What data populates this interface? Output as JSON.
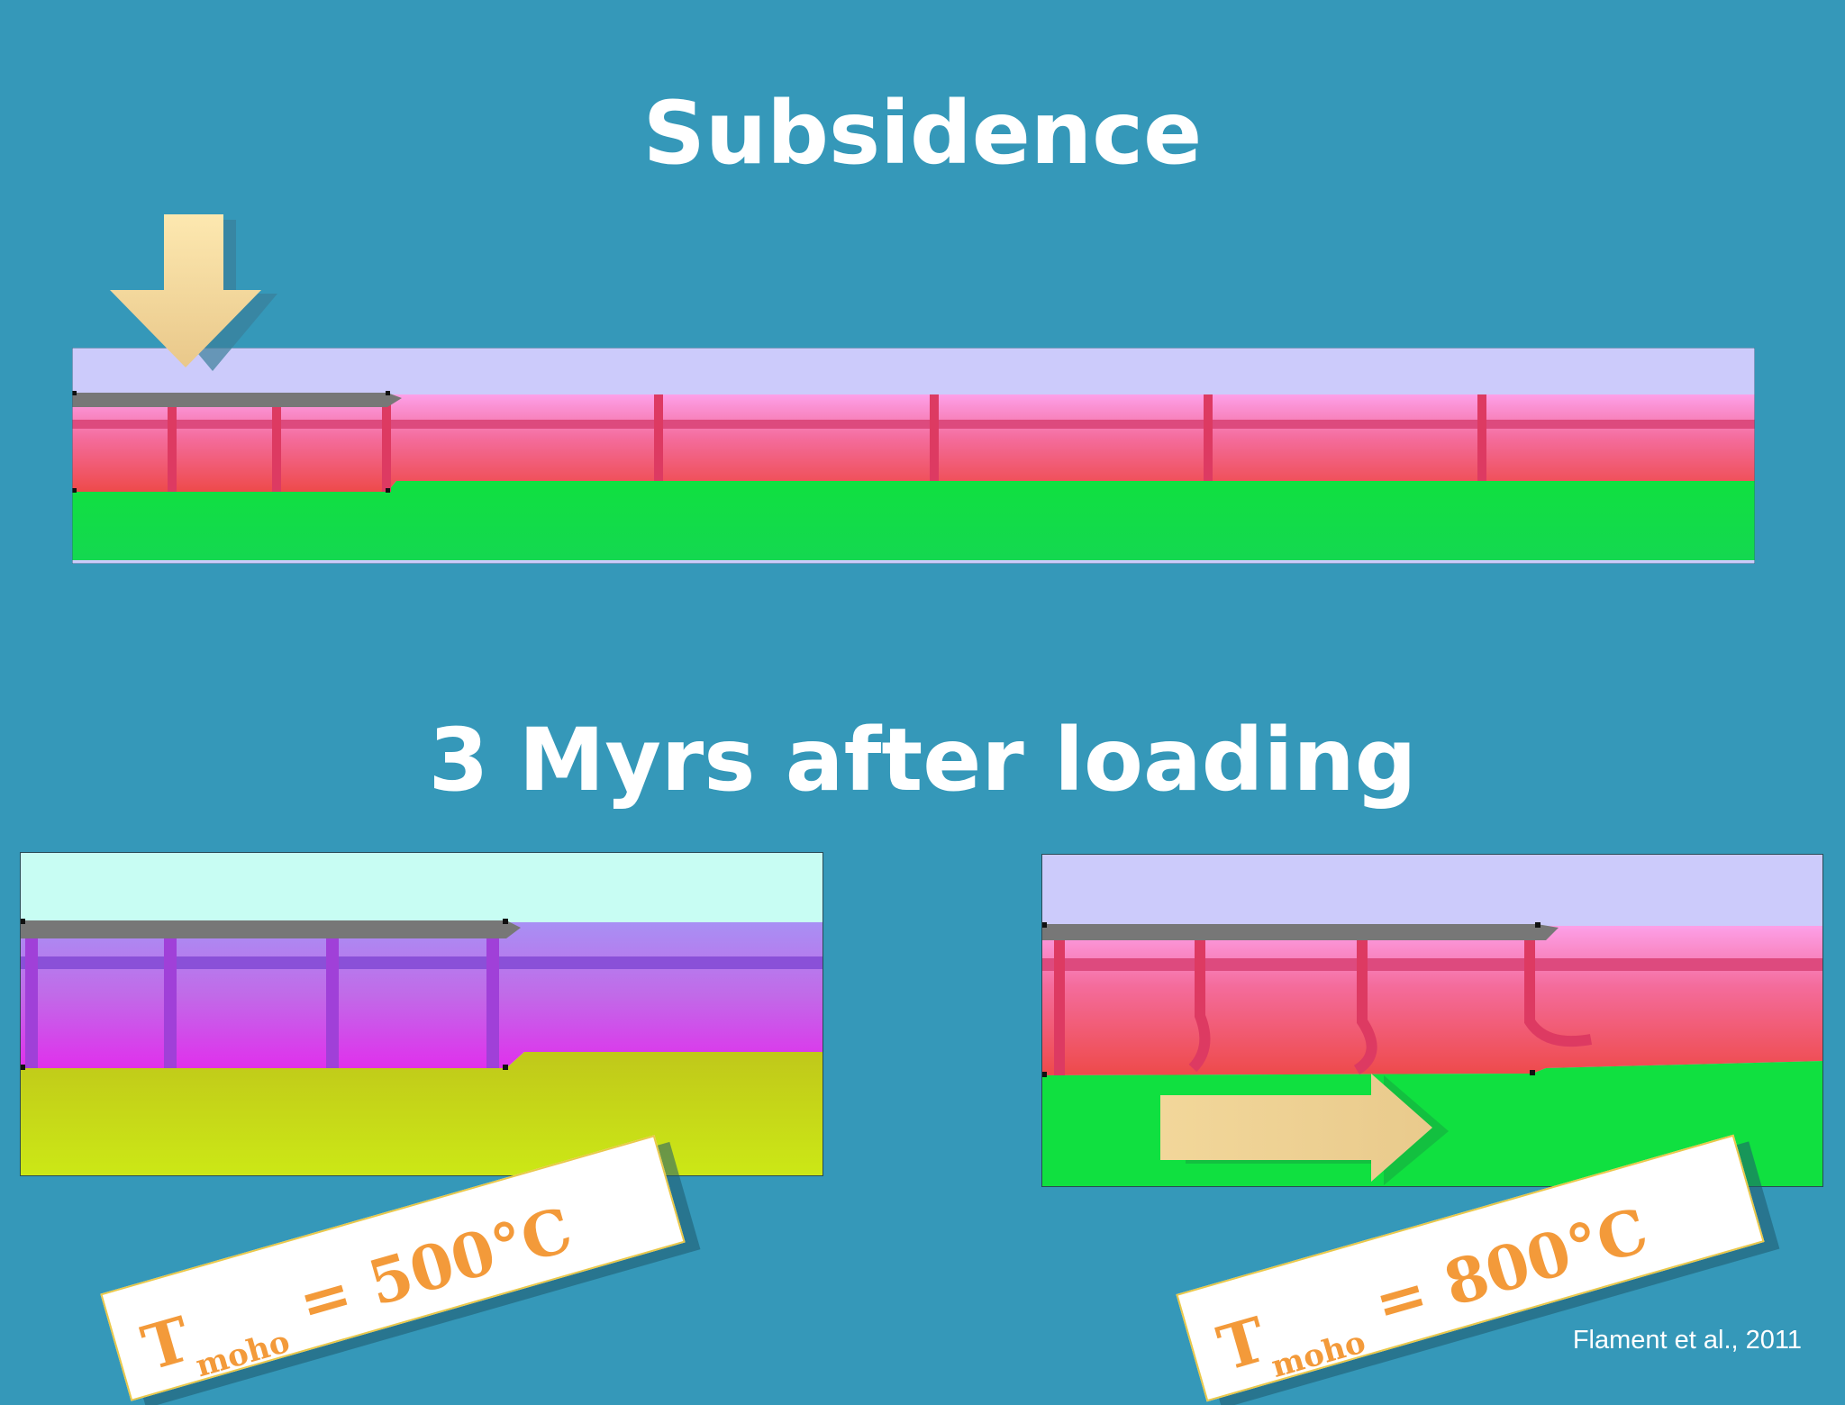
{
  "title_top": "Subsidence",
  "title_bottom": "3 Myrs after loading",
  "left_label": {
    "symbol": "T",
    "subscript": "moho",
    "value": " = 500°C"
  },
  "right_label": {
    "symbol": "T",
    "subscript": "moho",
    "value": " = 800°C"
  },
  "credit": "Flament et al., 2011",
  "colors": {
    "background": "#3598b9",
    "upper_layer": "#cccbfb",
    "crust_pink": "#f06b8a",
    "mantle_green": "#10e040",
    "cool_crust_purple": "#c060e8",
    "cool_mantle_yellow": "#c8d810",
    "cool_upper_cyan": "#c8fdf3",
    "arrow": "#f2d79a",
    "label_text": "#f39a3a"
  },
  "icons": [
    "down-arrow-icon",
    "right-arrow-icon"
  ]
}
